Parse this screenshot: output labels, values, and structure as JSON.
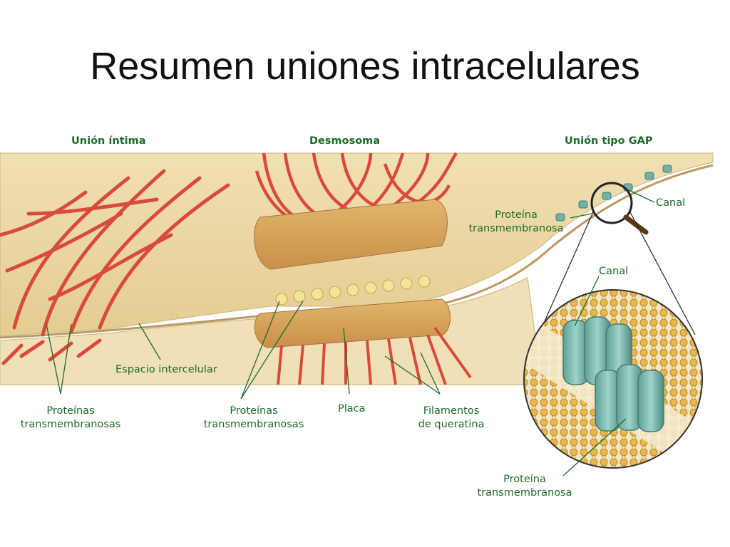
{
  "slide": {
    "title": "Resumen uniones intracelulares"
  },
  "diagram": {
    "sections": {
      "tight": "Unión íntima",
      "desmosome": "Desmosoma",
      "gap": "Unión tipo GAP"
    },
    "labels": {
      "intercellular_space": "Espacio intercelular",
      "tight_proteins": [
        "Proteínas",
        "transmembranosas"
      ],
      "desmo_proteins": [
        "Proteínas",
        "transmembranosas"
      ],
      "plate": "Placa",
      "keratin": [
        "Filamentos",
        "de queratina"
      ],
      "canal_top": "Canal",
      "gap_protein_top": [
        "Proteína",
        "transmembranosa"
      ],
      "canal_zoom": "Canal",
      "gap_protein_bottom": [
        "Proteína",
        "transmembranosa"
      ]
    },
    "colors": {
      "label_green": "#1e6b2a",
      "filament_red": "#d94a3a",
      "membrane_tan": "#e8d3a0",
      "channel_teal": "#6fb3a8"
    }
  }
}
